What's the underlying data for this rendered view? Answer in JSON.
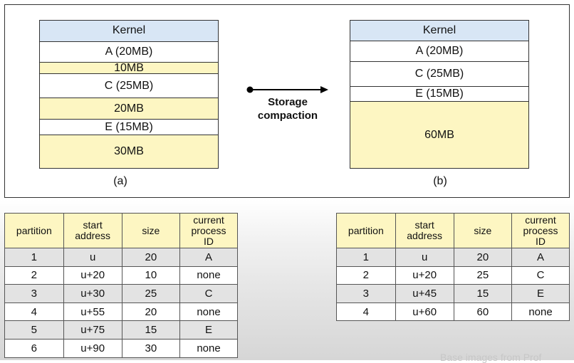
{
  "diagram_a": {
    "blocks": [
      {
        "label": "Kernel",
        "kind": "kernel",
        "units": 1.0
      },
      {
        "label": "A (20MB)",
        "kind": "process",
        "units": 1.0
      },
      {
        "label": "10MB",
        "kind": "hole",
        "units": 0.55
      },
      {
        "label": "C (25MB)",
        "kind": "process",
        "units": 1.15
      },
      {
        "label": "20MB",
        "kind": "hole",
        "units": 1.0
      },
      {
        "label": "E (15MB)",
        "kind": "process",
        "units": 0.75
      },
      {
        "label": "30MB",
        "kind": "hole",
        "units": 1.55
      }
    ],
    "caption": "(a)"
  },
  "diagram_b": {
    "blocks": [
      {
        "label": "Kernel",
        "kind": "kernel",
        "units": 1.0
      },
      {
        "label": "A (20MB)",
        "kind": "process",
        "units": 1.0
      },
      {
        "label": "C (25MB)",
        "kind": "process",
        "units": 1.2
      },
      {
        "label": "E (15MB)",
        "kind": "process",
        "units": 0.75
      },
      {
        "label": "60MB",
        "kind": "hole",
        "units": 3.2
      }
    ],
    "caption": "(b)"
  },
  "arrow": {
    "label_line1": "Storage",
    "label_line2": "compaction"
  },
  "colors": {
    "kernel": "#d8e6f5",
    "hole": "#fdf6c2",
    "process": "#ffffff",
    "table_header": "#fdf6c2",
    "row_alt": "#e3e3e3"
  },
  "table_headers": [
    "partition",
    "start address",
    "size",
    "current process ID"
  ],
  "table_a": [
    [
      "1",
      "u",
      "20",
      "A"
    ],
    [
      "2",
      "u+20",
      "10",
      "none"
    ],
    [
      "3",
      "u+30",
      "25",
      "C"
    ],
    [
      "4",
      "u+55",
      "20",
      "none"
    ],
    [
      "5",
      "u+75",
      "15",
      "E"
    ],
    [
      "6",
      "u+90",
      "30",
      "none"
    ]
  ],
  "table_b": [
    [
      "1",
      "u",
      "20",
      "A"
    ],
    [
      "2",
      "u+20",
      "25",
      "C"
    ],
    [
      "3",
      "u+45",
      "15",
      "E"
    ],
    [
      "4",
      "u+60",
      "60",
      "none"
    ]
  ],
  "footer": "Base images from Prof"
}
